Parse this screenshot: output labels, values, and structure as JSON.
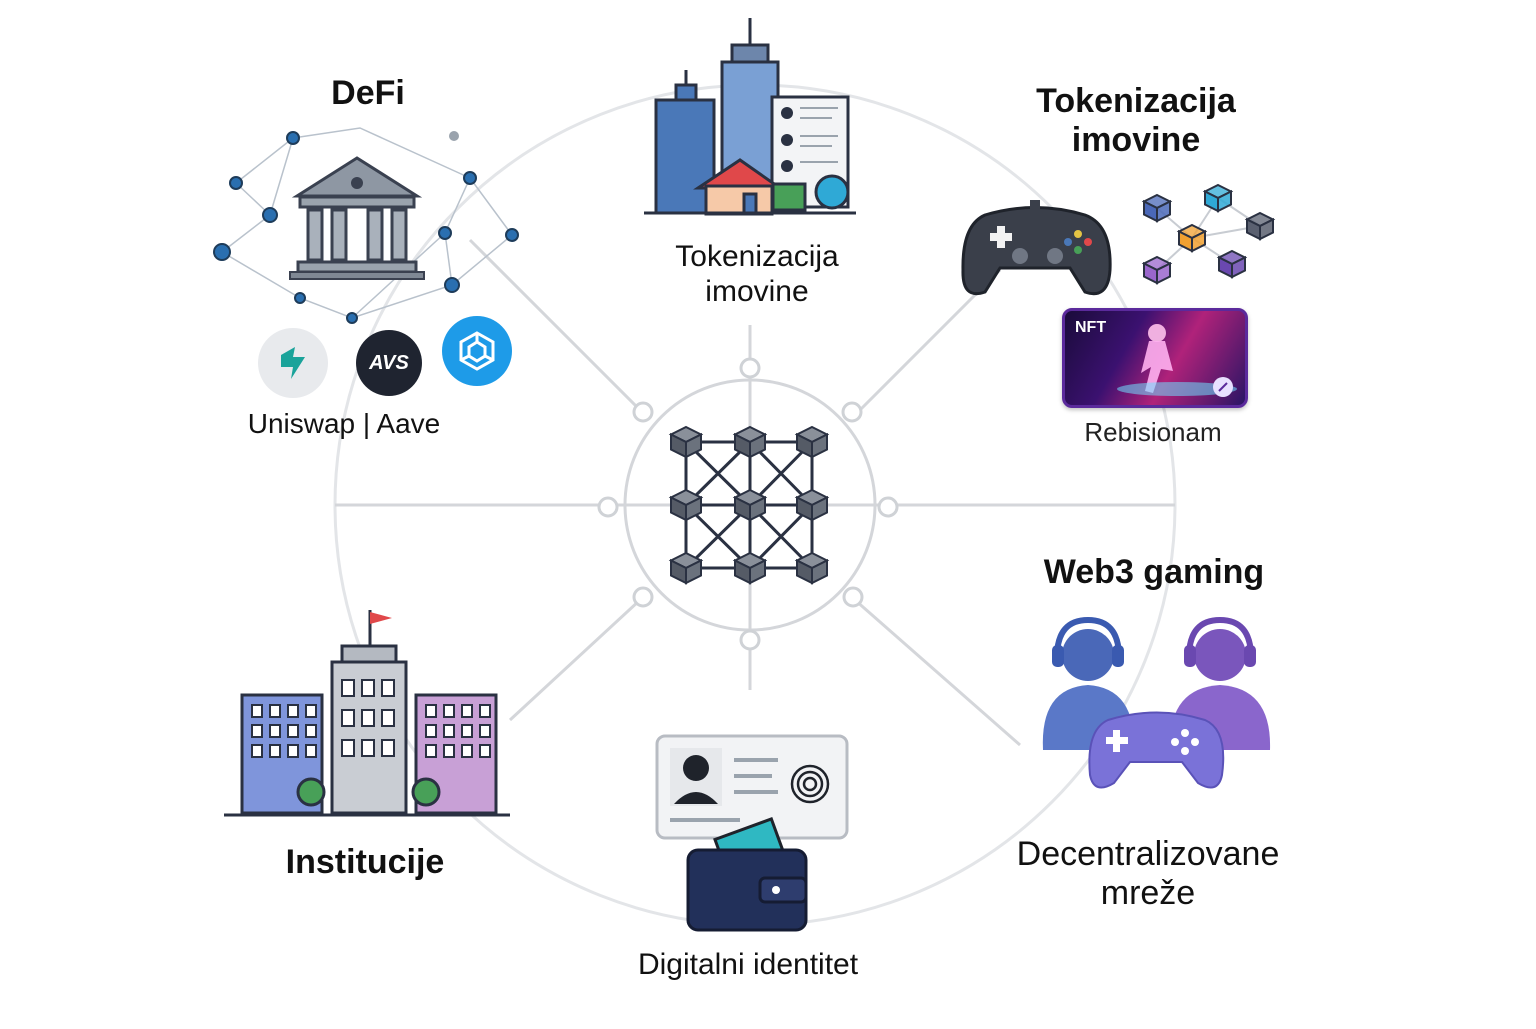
{
  "center": {
    "name": "blockchain-network"
  },
  "nodes": [
    {
      "id": "defi",
      "title": "DeFi",
      "caption": "Uniswap | Aave"
    },
    {
      "id": "assets-top",
      "caption": "Tokenizacija\nimovine"
    },
    {
      "id": "assets-right",
      "title": "Tokenizacija\nimovine",
      "caption": "Rebisionam",
      "badge": "NFT"
    },
    {
      "id": "gaming",
      "title": "Web3 gaming",
      "caption": "Decentralizovane\nmreže"
    },
    {
      "id": "identity",
      "caption": "Digitalni identitet"
    },
    {
      "id": "institutions",
      "title": "Institucije"
    }
  ],
  "logos": [
    {
      "name": "uniswap-logo",
      "text": "",
      "color": "#1aa39a"
    },
    {
      "name": "aave-logo",
      "text": "AVS",
      "color": "#1f2430"
    },
    {
      "name": "network-logo",
      "text": "",
      "color": "#1e9be8"
    }
  ],
  "colors": {
    "line": "#d4d6da",
    "hub": "#555b66",
    "node": "#2a3142"
  }
}
